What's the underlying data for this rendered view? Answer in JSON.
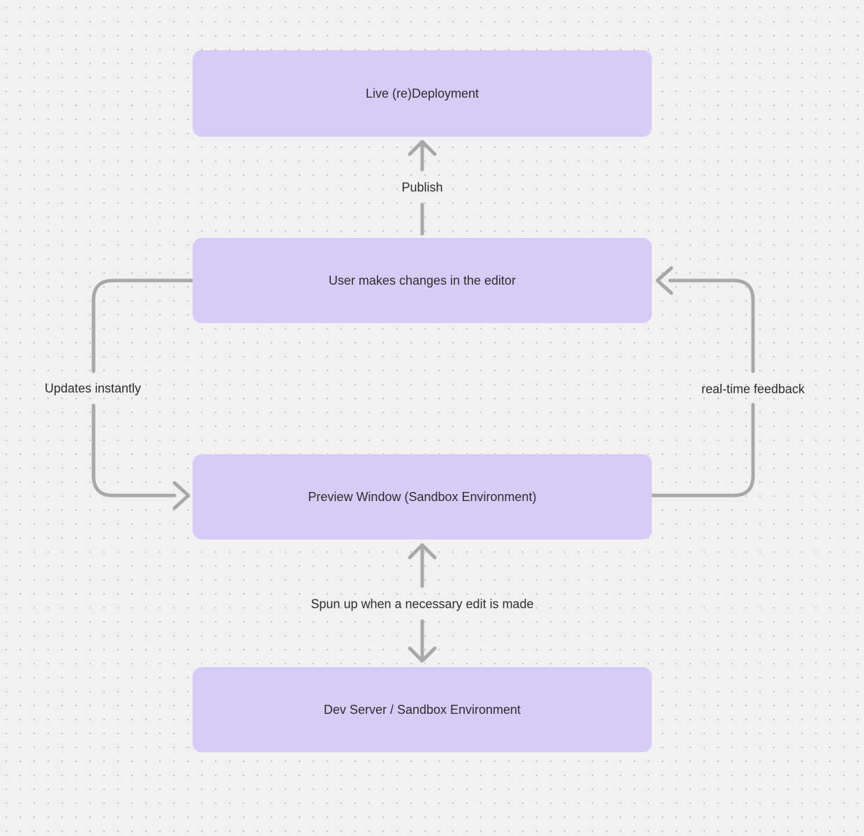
{
  "theme": {
    "bg": "#f2f1f1",
    "dot": "#c8c8c8",
    "node_fill": "#d7ccf8",
    "arrow": "#a8a8a8",
    "text": "#2d2d2d"
  },
  "diagram": {
    "type": "flowchart",
    "nodes": [
      {
        "id": "live-deployment",
        "label": "Live (re)Deployment"
      },
      {
        "id": "user-editor",
        "label": "User makes changes in the editor"
      },
      {
        "id": "preview-window",
        "label": "Preview Window (Sandbox Environment)"
      },
      {
        "id": "dev-server",
        "label": "Dev Server / Sandbox Environment"
      }
    ],
    "edges": [
      {
        "id": "publish",
        "label": "Publish",
        "from": "user-editor",
        "to": "live-deployment",
        "direction": "up"
      },
      {
        "id": "updates-instantly",
        "label": "Updates instantly",
        "from": "user-editor",
        "to": "preview-window",
        "direction": "left-loop-down"
      },
      {
        "id": "real-time-feedback",
        "label": "real-time feedback",
        "from": "preview-window",
        "to": "user-editor",
        "direction": "right-loop-up"
      },
      {
        "id": "spun-up",
        "label": "Spun up when a necessary edit is made",
        "from": "preview-window",
        "to": "dev-server",
        "direction": "bidirectional"
      }
    ]
  }
}
